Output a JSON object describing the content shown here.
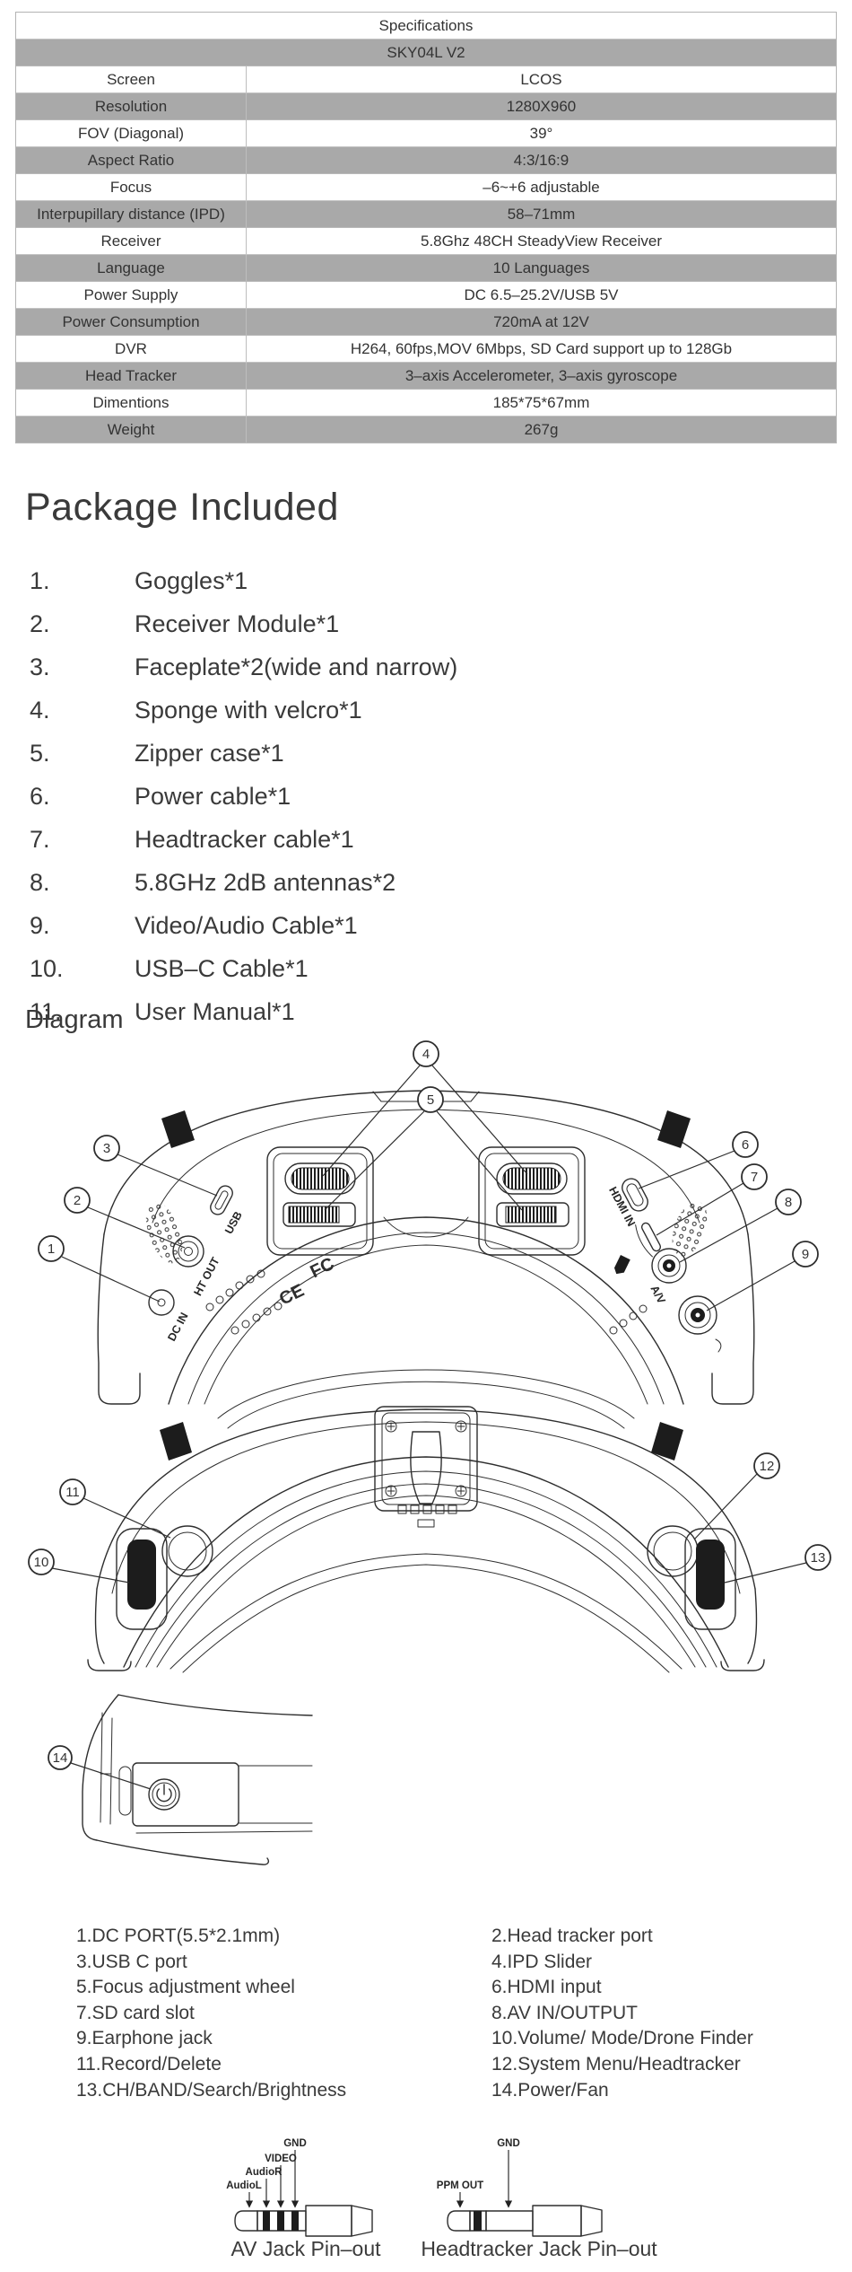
{
  "specs_table": {
    "title": "Specifications",
    "model": "SKY04L V2",
    "rows": [
      [
        "Screen",
        "LCOS"
      ],
      [
        "Resolution",
        "1280X960"
      ],
      [
        "FOV (Diagonal)",
        "39°"
      ],
      [
        "Aspect Ratio",
        "4:3/16:9"
      ],
      [
        "Focus",
        "–6~+6 adjustable"
      ],
      [
        "Interpupillary distance (IPD)",
        "58–71mm"
      ],
      [
        "Receiver",
        "5.8Ghz 48CH SteadyView Receiver"
      ],
      [
        "Language",
        "10 Languages"
      ],
      [
        "Power Supply",
        "DC 6.5–25.2V/USB 5V"
      ],
      [
        "Power Consumption",
        "720mA at 12V"
      ],
      [
        "DVR",
        "H264, 60fps,MOV 6Mbps, SD Card support up to 128Gb"
      ],
      [
        "Head Tracker",
        "3–axis Accelerometer, 3–axis gyroscope"
      ],
      [
        "Dimentions",
        "185*75*67mm"
      ],
      [
        "Weight",
        "267g"
      ]
    ],
    "gray_color": "#a9a9a9"
  },
  "package": {
    "heading": "Package Included",
    "items": [
      {
        "num": "1.",
        "text": "Goggles*1"
      },
      {
        "num": "2.",
        "text": "Receiver Module*1"
      },
      {
        "num": "3.",
        "text": "Faceplate*2(wide and narrow)"
      },
      {
        "num": "4.",
        "text": "Sponge with velcro*1"
      },
      {
        "num": "5.",
        "text": "Zipper case*1"
      },
      {
        "num": "6.",
        "text": "Power cable*1"
      },
      {
        "num": "7.",
        "text": "Headtracker cable*1"
      },
      {
        "num": "8.",
        "text": "5.8GHz 2dB antennas*2"
      },
      {
        "num": "9.",
        "text": "Video/Audio Cable*1"
      },
      {
        "num": "10.",
        "text": "USB–C Cable*1"
      },
      {
        "num": "11.",
        "text": "User Manual*1"
      }
    ]
  },
  "diagram": {
    "heading": "Diagram",
    "callouts": [
      "1",
      "2",
      "3",
      "4",
      "5",
      "6",
      "7",
      "8",
      "9",
      "10",
      "11",
      "12",
      "13",
      "14"
    ],
    "port_labels": {
      "usb": "USB",
      "ht_out": "HT OUT",
      "dc_in": "DC IN",
      "ce": "CE",
      "fc": "FC",
      "hdmi_in": "HDMI IN",
      "av": "A/V"
    },
    "parts_left": [
      "1.DC PORT(5.5*2.1mm)",
      "3.USB C port",
      "5.Focus adjustment  wheel",
      "7.SD card slot",
      "9.Earphone jack",
      "11.Record/Delete",
      "13.CH/BAND/Search/Brightness"
    ],
    "parts_right": [
      "2.Head tracker port",
      "4.IPD Slider",
      "6.HDMI input",
      "8.AV IN/OUTPUT",
      "10.Volume/ Mode/Drone Finder",
      "12.System Menu/Headtracker",
      "14.Power/Fan"
    ]
  },
  "pinout": {
    "av_labels": [
      "AudioL",
      "AudioR",
      "VIDEO",
      "GND"
    ],
    "ht_labels": [
      "PPM OUT",
      "GND"
    ],
    "av_caption": "AV Jack Pin–out",
    "ht_caption": "Headtracker Jack Pin–out"
  }
}
